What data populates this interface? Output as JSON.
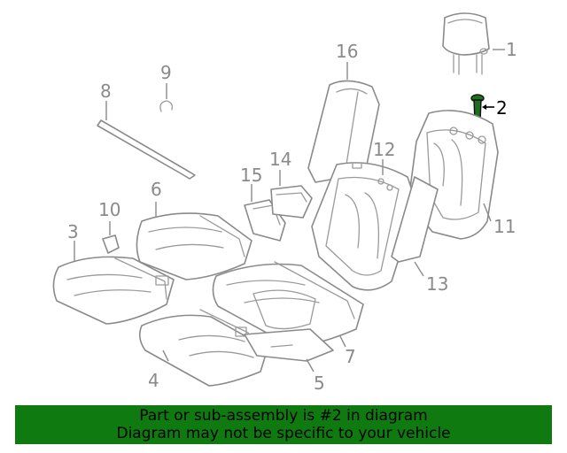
{
  "callouts": {
    "c1": "1",
    "c2": "2",
    "c3": "3",
    "c4": "4",
    "c5": "5",
    "c6": "6",
    "c7": "7",
    "c8": "8",
    "c9": "9",
    "c10": "10",
    "c11": "11",
    "c12": "12",
    "c13": "13",
    "c14": "14",
    "c15": "15",
    "c16": "16"
  },
  "banner": {
    "line1": "Part or sub-assembly is #2 in diagram",
    "line2": "Diagram may not be specific to your vehicle",
    "color": "#0f7a0f"
  },
  "highlight": {
    "part_number": "2",
    "color": "#1f6e1f"
  }
}
